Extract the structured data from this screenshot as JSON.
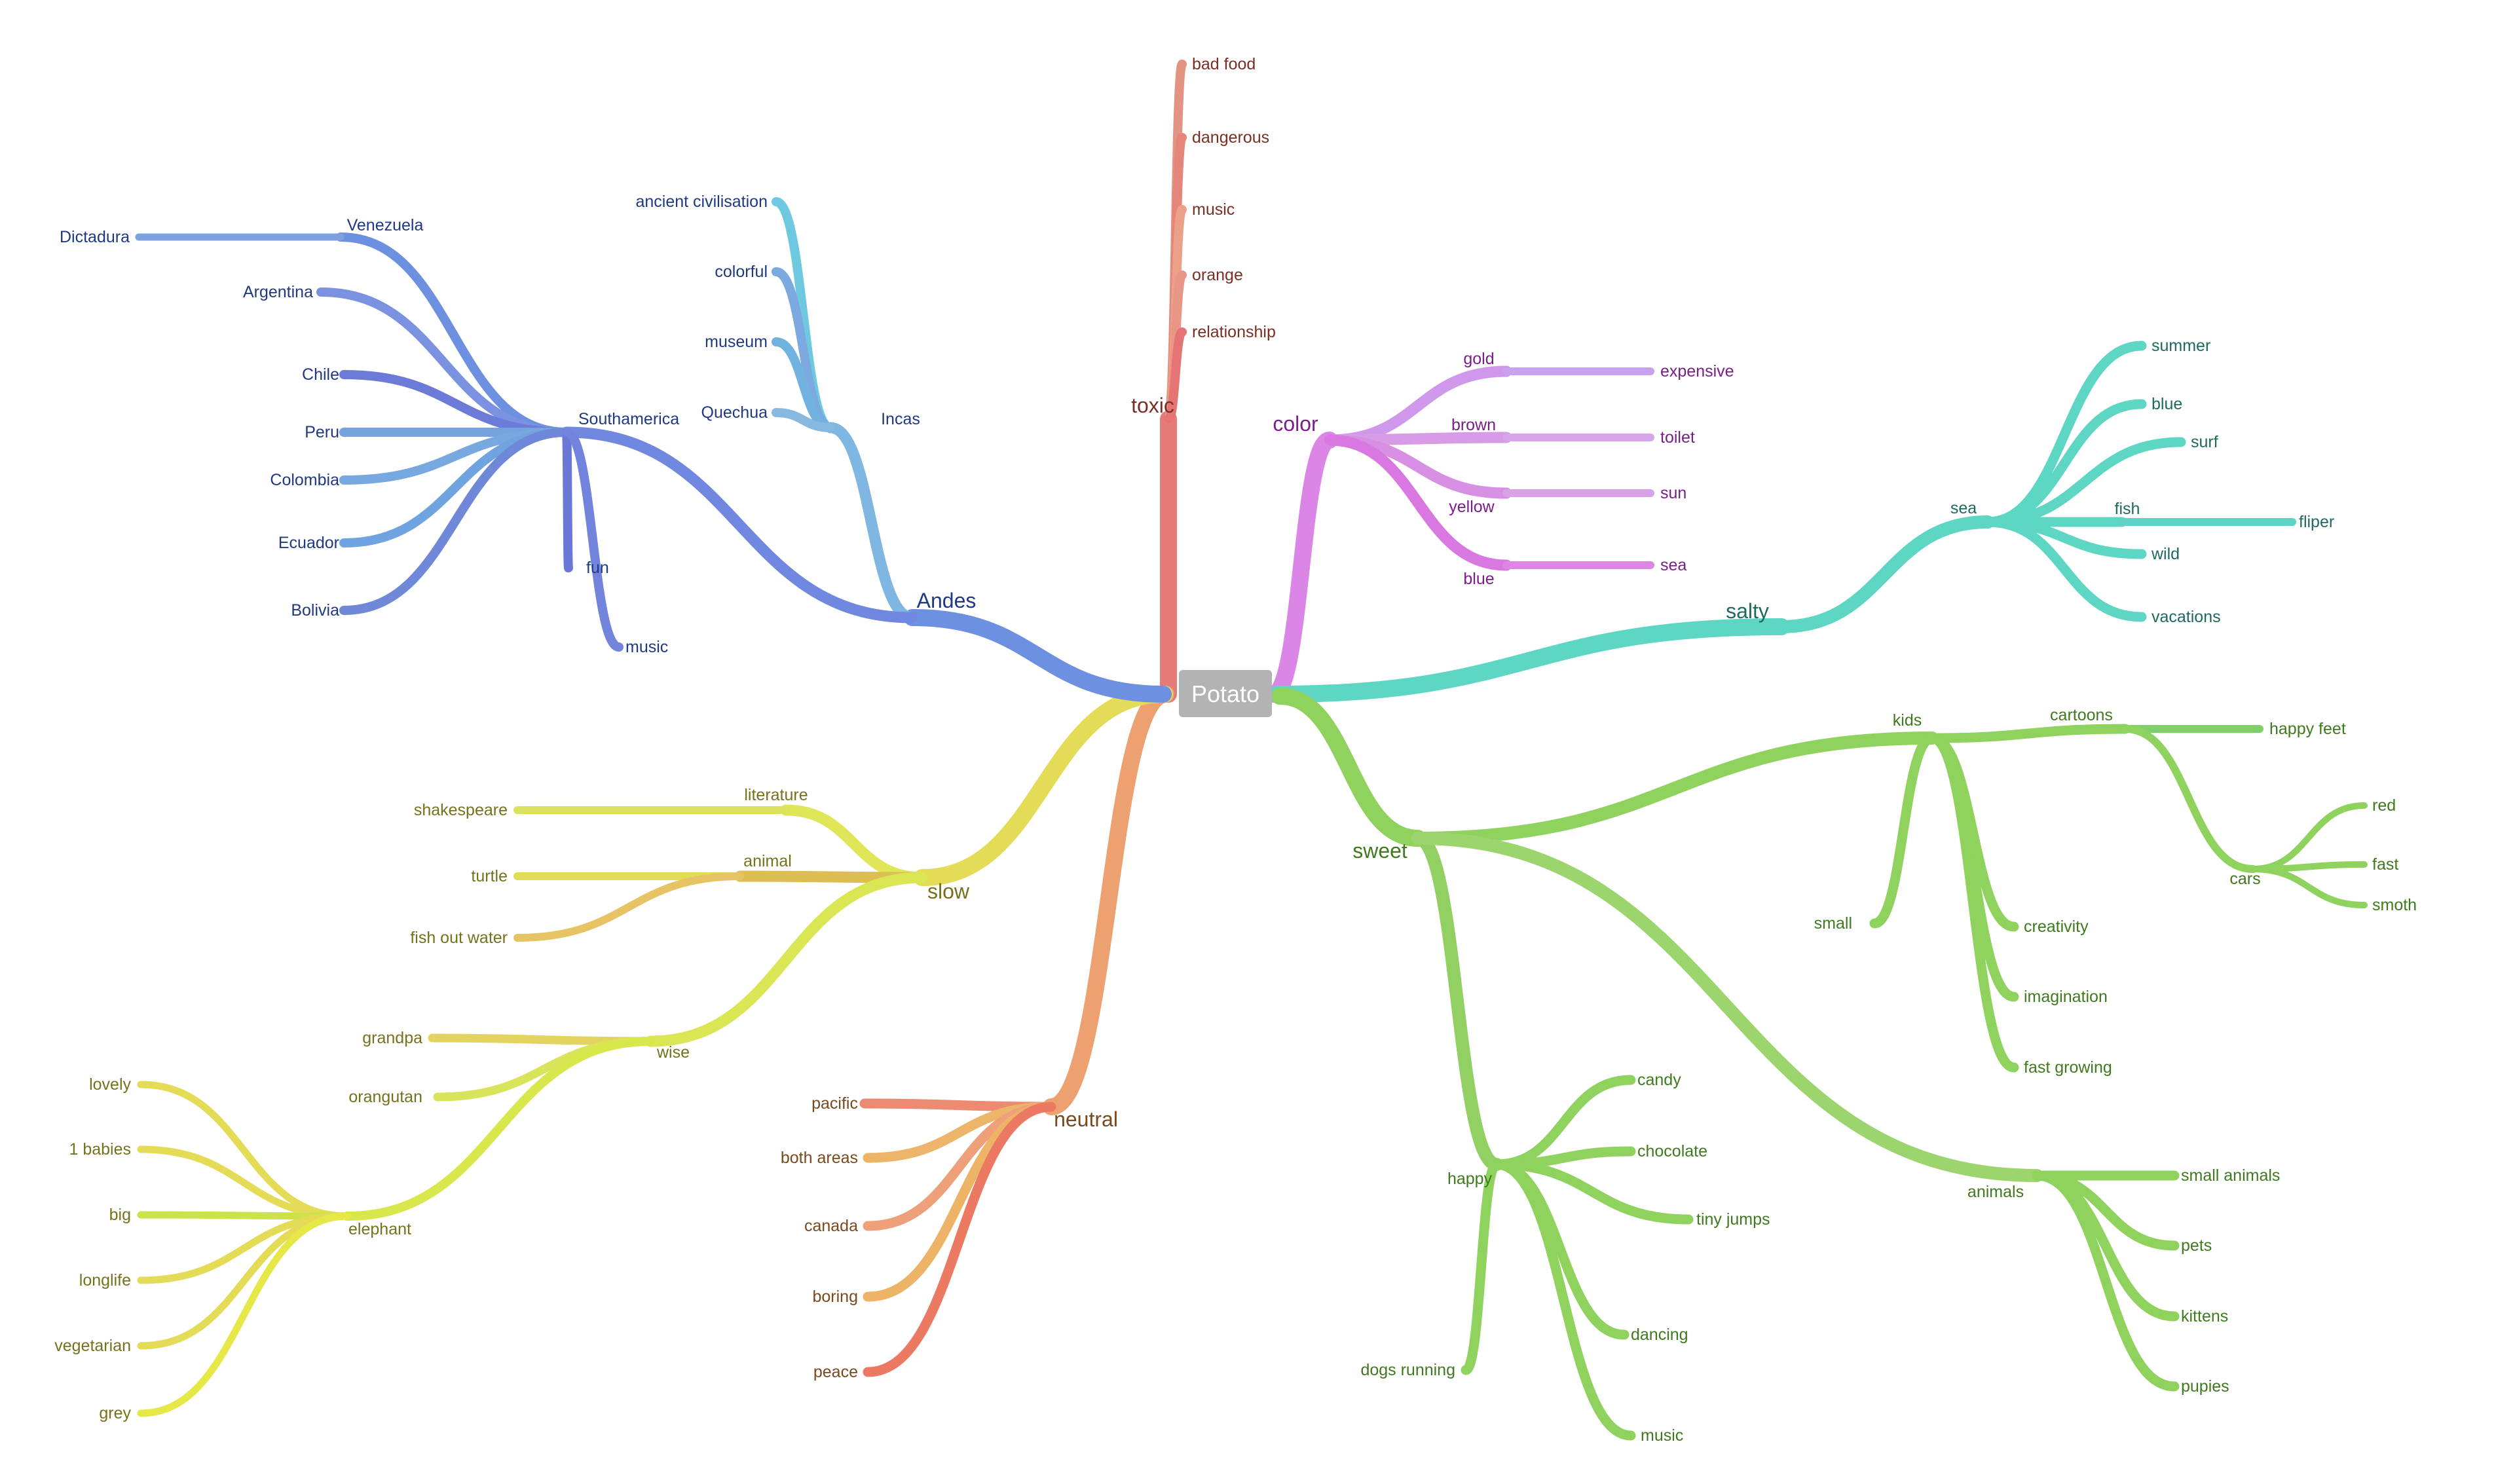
{
  "root": {
    "label": "Potato",
    "color": "#b3b3b3"
  },
  "branches": [
    {
      "label": "toxic",
      "color": "#e47b78",
      "children": [
        {
          "label": "bad food"
        },
        {
          "label": "dangerous"
        },
        {
          "label": "music"
        },
        {
          "label": "orange"
        },
        {
          "label": "relationship"
        }
      ]
    },
    {
      "label": "color",
      "color": "#db86e6",
      "children": [
        {
          "label": "gold",
          "children": [
            {
              "label": "expensive"
            }
          ]
        },
        {
          "label": "brown",
          "children": [
            {
              "label": "toilet"
            }
          ]
        },
        {
          "label": "yellow",
          "children": [
            {
              "label": "sun"
            }
          ]
        },
        {
          "label": "blue",
          "children": [
            {
              "label": "sea"
            }
          ]
        }
      ]
    },
    {
      "label": "salty",
      "color": "#5dd6c4",
      "children": [
        {
          "label": "sea",
          "children": [
            {
              "label": "summer"
            },
            {
              "label": "blue"
            },
            {
              "label": "surf"
            },
            {
              "label": "fish",
              "children": [
                {
                  "label": "fliper"
                }
              ]
            },
            {
              "label": "wild"
            },
            {
              "label": "vacations"
            }
          ]
        }
      ]
    },
    {
      "label": "sweet",
      "color": "#8fd25e",
      "children": [
        {
          "label": "kids",
          "children": [
            {
              "label": "cartoons",
              "children": [
                {
                  "label": "happy feet"
                },
                {
                  "label": "cars",
                  "children": [
                    {
                      "label": "red"
                    },
                    {
                      "label": "fast"
                    },
                    {
                      "label": "smoth"
                    }
                  ]
                }
              ]
            },
            {
              "label": "small"
            },
            {
              "label": "creativity"
            },
            {
              "label": "imagination"
            },
            {
              "label": "fast growing"
            }
          ]
        },
        {
          "label": "happy",
          "children": [
            {
              "label": "candy"
            },
            {
              "label": "chocolate"
            },
            {
              "label": "tiny jumps"
            },
            {
              "label": "dancing"
            },
            {
              "label": "dogs running"
            },
            {
              "label": "music"
            }
          ]
        },
        {
          "label": "animals",
          "children": [
            {
              "label": "small animals"
            },
            {
              "label": "pets"
            },
            {
              "label": "kittens"
            },
            {
              "label": "pupies"
            }
          ]
        }
      ]
    },
    {
      "label": "neutral",
      "color": "#eda070",
      "children": [
        {
          "label": "pacific"
        },
        {
          "label": "both areas"
        },
        {
          "label": "canada"
        },
        {
          "label": "boring"
        },
        {
          "label": "peace"
        }
      ]
    },
    {
      "label": "slow",
      "color": "#e4dc56",
      "children": [
        {
          "label": "literature",
          "children": [
            {
              "label": "shakespeare"
            }
          ]
        },
        {
          "label": "animal",
          "children": [
            {
              "label": "turtle"
            },
            {
              "label": "fish out water"
            }
          ]
        },
        {
          "label": "wise",
          "children": [
            {
              "label": "grandpa"
            },
            {
              "label": "orangutan"
            },
            {
              "label": "elephant",
              "children": [
                {
                  "label": "lovely"
                },
                {
                  "label": "1 babies"
                },
                {
                  "label": "big"
                },
                {
                  "label": "longlife"
                },
                {
                  "label": "vegetarian"
                },
                {
                  "label": "grey"
                }
              ]
            }
          ]
        }
      ]
    },
    {
      "label": "Andes",
      "color": "#6e90e0",
      "children": [
        {
          "label": "Incas",
          "children": [
            {
              "label": "ancient civilisation"
            },
            {
              "label": "colorful"
            },
            {
              "label": "museum"
            },
            {
              "label": "Quechua"
            }
          ]
        },
        {
          "label": "Southamerica",
          "children": [
            {
              "label": "Venezuela",
              "children": [
                {
                  "label": "Dictadura"
                }
              ]
            },
            {
              "label": "Argentina"
            },
            {
              "label": "Chile"
            },
            {
              "label": "Peru"
            },
            {
              "label": "Colombia"
            },
            {
              "label": "Ecuador"
            },
            {
              "label": "Bolivia"
            },
            {
              "label": "fun"
            },
            {
              "label": "music"
            }
          ]
        }
      ]
    }
  ]
}
